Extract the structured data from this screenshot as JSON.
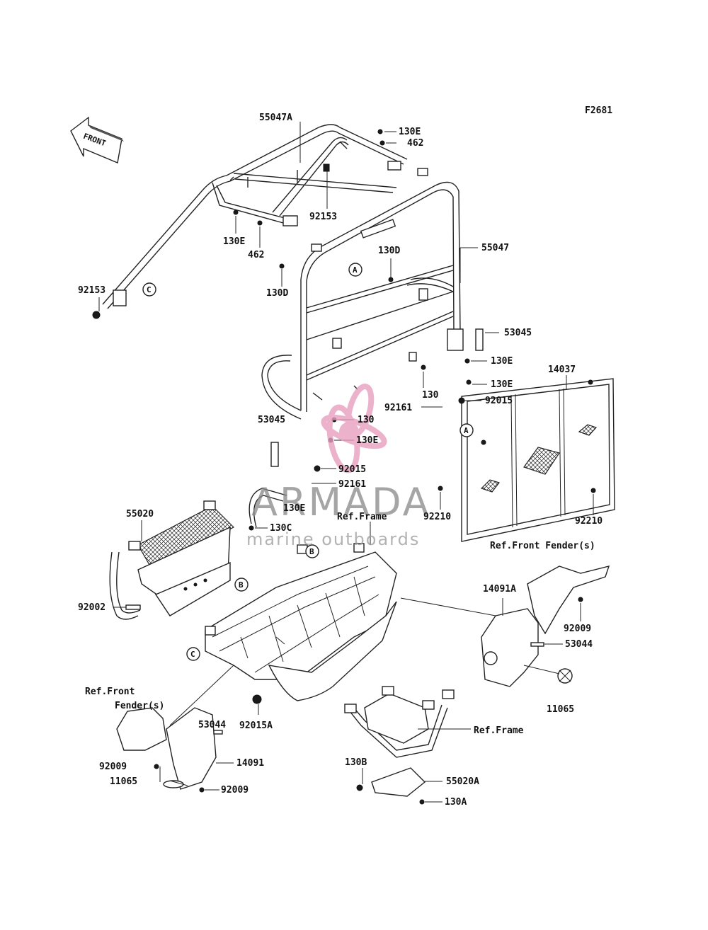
{
  "figure_code": "F2681",
  "front_label": "FRONT",
  "watermark": {
    "title": "ARMADA",
    "subtitle": "marine outboards",
    "color": "#e8a0c0"
  },
  "ref_circles": {
    "a": "A",
    "b": "B",
    "c": "C"
  },
  "callouts": {
    "p55047A": "55047A",
    "p130E_1": "130E",
    "p462_1": "462",
    "p92153_1": "92153",
    "p130E_2": "130E",
    "p462_2": "462",
    "p130D_1": "130D",
    "p55047": "55047",
    "p130D_2": "130D",
    "p92153_2": "92153",
    "p53045_1": "53045",
    "p130E_3": "130E",
    "p14037": "14037",
    "p130_1": "130",
    "p130E_4": "130E",
    "p92161_1": "92161",
    "p92015_1": "92015",
    "p53045_2": "53045",
    "p130_2": "130",
    "p130E_5": "130E",
    "p92015_2": "92015",
    "p92161_2": "92161",
    "p55020": "55020",
    "p130E_6": "130E",
    "p130C": "130C",
    "ref_frame_1": "Ref.Frame",
    "p92210_1": "92210",
    "p92210_2": "92210",
    "ref_front_fender_1": "Ref.Front Fender(s)",
    "p14091A": "14091A",
    "p92009_1": "92009",
    "p53044_1": "53044",
    "p11065_1": "11065",
    "p92002": "92002",
    "ref_front_2": "Ref.Front",
    "ref_fender_2": "Fender(s)",
    "p53044_2": "53044",
    "p14091": "14091",
    "p92009_2": "92009",
    "p11065_2": "11065",
    "p92009_3": "92009",
    "p92015A": "92015A",
    "ref_frame_2": "Ref.Frame",
    "p130B": "130B",
    "p55020A": "55020A",
    "p130A": "130A"
  }
}
